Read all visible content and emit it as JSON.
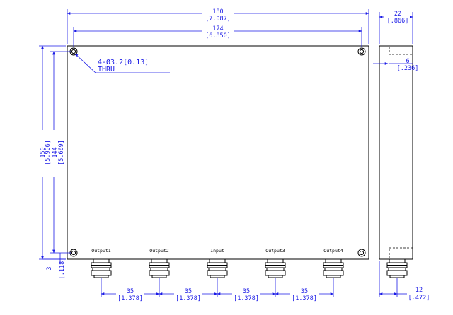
{
  "colors": {
    "dimension": "#1a1ae6",
    "outline": "#000000",
    "background": "#ffffff"
  },
  "dimensions": {
    "overall_width": {
      "mm": "180",
      "inch": "[7.087]"
    },
    "hole_spacing_x": {
      "mm": "174",
      "inch": "[6.850]"
    },
    "overall_height": {
      "mm": "150",
      "inch": "[5.906]"
    },
    "hole_spacing_y": {
      "mm": "144",
      "inch": "[5.669]"
    },
    "bottom_offset": {
      "mm": "3",
      "inch": "[.118]"
    },
    "depth": {
      "mm": "22",
      "inch": "[.866]"
    },
    "side_offset": {
      "mm": "6",
      "inch": "[.236]"
    },
    "connector_offset": {
      "mm": "12",
      "inch": "[.472]"
    },
    "connector_spacings": [
      {
        "mm": "35",
        "inch": "[1.378]"
      },
      {
        "mm": "35",
        "inch": "[1.378]"
      },
      {
        "mm": "35",
        "inch": "[1.378]"
      },
      {
        "mm": "35",
        "inch": "[1.378]"
      }
    ]
  },
  "mounting_hole_note": {
    "line1": "4-Ø3.2[0.13]",
    "line2": "THRU"
  },
  "ports": [
    "Output1",
    "Output2",
    "Input",
    "Output3",
    "Output4"
  ]
}
